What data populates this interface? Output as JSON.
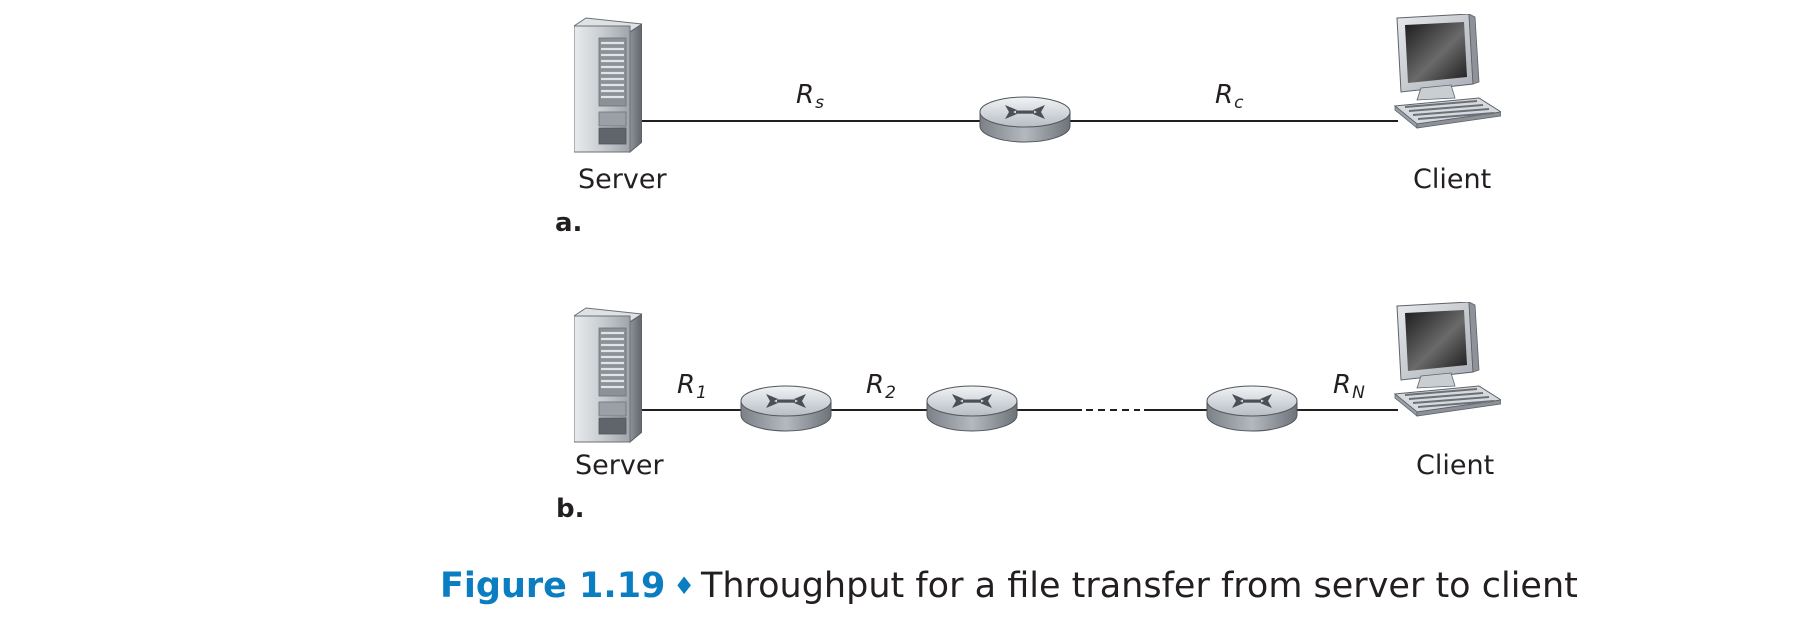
{
  "panel_a": {
    "label": "a.",
    "server_label": "Server",
    "client_label": "Client",
    "link_server_rate": {
      "main": "R",
      "sub": "s"
    },
    "link_client_rate": {
      "main": "R",
      "sub": "c"
    }
  },
  "panel_b": {
    "label": "b.",
    "server_label": "Server",
    "client_label": "Client",
    "link_1_rate": {
      "main": "R",
      "sub": "1"
    },
    "link_2_rate": {
      "main": "R",
      "sub": "2"
    },
    "link_n_rate": {
      "main": "R",
      "sub": "N"
    }
  },
  "caption": {
    "figure_number": "Figure 1.19",
    "separator": "♦",
    "text": "Throughput for a file transfer from server to client"
  },
  "colors": {
    "caption_accent": "#0b7ec1",
    "text": "#231f20",
    "line": "#231f20"
  },
  "icons": [
    "server-tower-icon",
    "router-icon",
    "client-computer-icon"
  ]
}
